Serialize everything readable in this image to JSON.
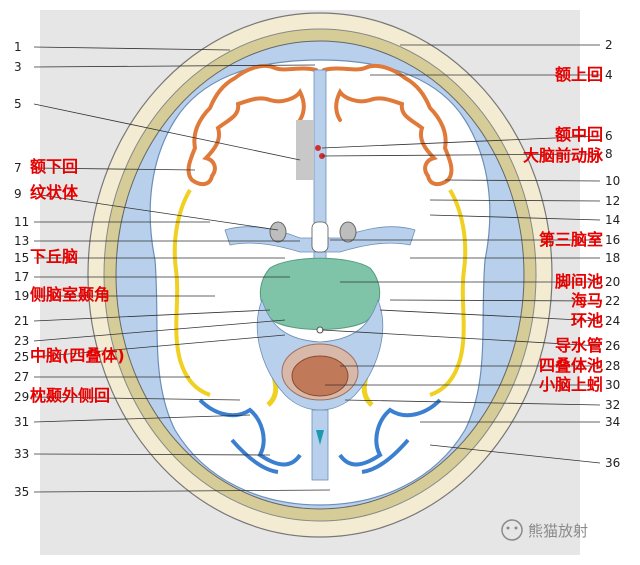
{
  "left_numbers": [
    "1",
    "3",
    "5",
    "7",
    "9",
    "11",
    "13",
    "15",
    "17",
    "19",
    "21",
    "23",
    "25",
    "27",
    "29",
    "31",
    "33",
    "35"
  ],
  "right_numbers": [
    "2",
    "4",
    "6",
    "8",
    "10",
    "12",
    "14",
    "16",
    "18",
    "20",
    "22",
    "24",
    "26",
    "28",
    "30",
    "32",
    "34",
    "36"
  ],
  "left_cn_labels": [
    "额下回",
    "纹状体",
    "下丘脑",
    "侧脑室颞角",
    "中脑(四叠体)",
    "枕颞外侧回"
  ],
  "right_cn_labels": [
    "额上回",
    "额中回",
    "大脑前动脉",
    "第三脑室",
    "脚间池",
    "海马",
    "环池",
    "导水管",
    "四叠体池",
    "小脑上蚓"
  ],
  "watermark": "熊猫放射",
  "colors": {
    "scalp": "#f0e8cc",
    "skull": "#d9d0a0",
    "csf": "#bcd3ee",
    "gray_matter": "#e07a3a",
    "cerebellum_cortex": "#3a7fd0",
    "midbrain": "#7fc4a8",
    "vermis": "#c07a5a",
    "yellow_cortex": "#f0d020",
    "label_red": "#e60000"
  }
}
